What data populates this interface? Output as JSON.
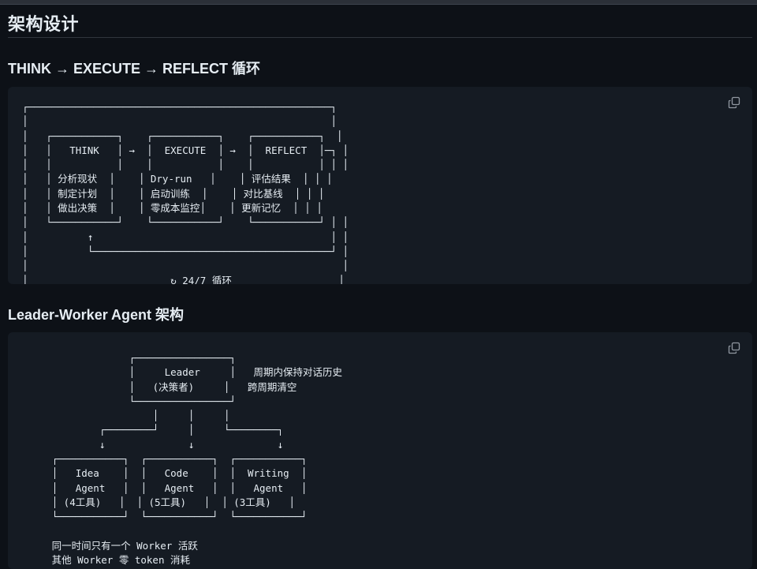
{
  "page": {
    "title": "架构设计"
  },
  "sections": [
    {
      "heading": "THINK → EXECUTE → REFLECT 循环",
      "code": "┌───────────────────────────────────────────────────┐\n│                                                   │\n│   ┌───────────┐    ┌───────────┐    ┌───────────┐  │\n│   │   THINK   │ →  │  EXECUTE  │ →  │  REFLECT  │─┐ │\n│   │           │    │           │    │           │ │ │\n│   │ 分析现状  │    │ Dry-run   │    │ 评估结果  │ │ │\n│   │ 制定计划  │    │ 启动训练  │    │ 对比基线  │ │ │\n│   │ 做出决策  │    │ 零成本监控│    │ 更新记忆  │ │ │\n│   └───────────┘    └───────────┘    └───────────┘ │ │\n│          ↑                                        │ │\n│          └────────────────────────────────────────┘ │\n│                                                     │\n│                        ↻ 24/7 循环                  │\n└─────────────────────────────────────────────────────┘"
    },
    {
      "heading": "Leader-Worker Agent 架构",
      "code": "                  ┌────────────────┐\n                  │     Leader     │   周期内保持对话历史\n                  │   (决策者)     │   跨周期清空\n                  └────────────────┘\n                      │     │     │\n             ┌────────┘     │     └────────┐\n             ↓              ↓              ↓\n     ┌───────────┐  ┌───────────┐  ┌───────────┐\n     │   Idea    │  │   Code    │  │  Writing  │\n     │   Agent   │  │   Agent   │  │   Agent   │\n     │ (4工具)   │  │ (5工具)   │  │ (3工具)   │\n     └───────────┘  └───────────┘  └───────────┘\n\n     同一时间只有一个 Worker 活跃\n     其他 Worker 零 token 消耗"
    }
  ],
  "icons": {
    "copy": "copy-icon"
  },
  "colors": {
    "background": "#0d1117",
    "code_background": "#151b23",
    "text": "#e6edf3"
  }
}
